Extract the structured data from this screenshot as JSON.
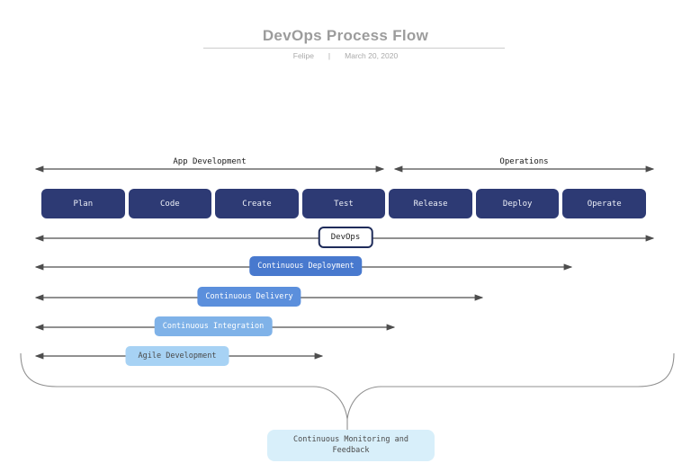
{
  "header": {
    "title": "DevOps Process Flow",
    "author": "Felipe",
    "separator": "|",
    "date": "March 20, 2020"
  },
  "phases": {
    "app_development": {
      "label": "App Development"
    },
    "operations": {
      "label": "Operations"
    }
  },
  "stages": [
    {
      "label": "Plan"
    },
    {
      "label": "Code"
    },
    {
      "label": "Create"
    },
    {
      "label": "Test"
    },
    {
      "label": "Release"
    },
    {
      "label": "Deploy"
    },
    {
      "label": "Operate"
    }
  ],
  "practices": [
    {
      "id": "devops",
      "label": "DevOps",
      "bg": "#ffffff",
      "fg": "#222222",
      "border": "#1f2c5a"
    },
    {
      "id": "continuous-deployment",
      "label": "Continuous Deployment",
      "bg": "#4879ce",
      "fg": "#ffffff"
    },
    {
      "id": "continuous-delivery",
      "label": "Continuous Delivery",
      "bg": "#5b8fdc",
      "fg": "#ffffff"
    },
    {
      "id": "continuous-integration",
      "label": "Continuous Integration",
      "bg": "#7fb2e8",
      "fg": "#ffffff"
    },
    {
      "id": "agile-development",
      "label": "Agile Development",
      "bg": "#a7d2f4",
      "fg": "#4a4a4a"
    }
  ],
  "feedback": {
    "label": "Continuous Monitoring and Feedback",
    "bg": "#d8effa",
    "fg": "#4a4a4a"
  },
  "colors": {
    "stage_bg": "#2d3a74",
    "stage_fg": "#edf0f8",
    "arrow": "#4d4d4d",
    "brace": "#909090",
    "title": "#9c9c9c",
    "byline": "#aaaaaa",
    "rule": "#cccccc"
  }
}
